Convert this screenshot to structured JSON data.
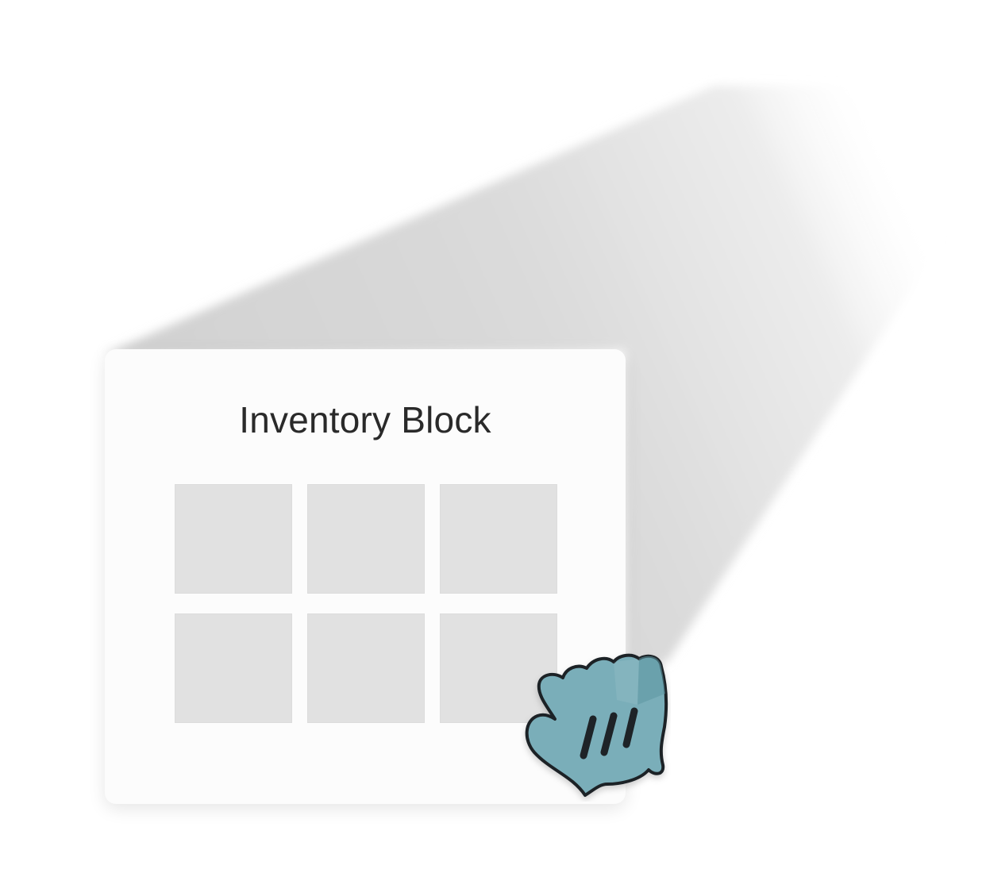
{
  "card": {
    "title": "Inventory Block",
    "slots": [
      {
        "id": "slot-1"
      },
      {
        "id": "slot-2"
      },
      {
        "id": "slot-3"
      },
      {
        "id": "slot-4"
      },
      {
        "id": "slot-5"
      },
      {
        "id": "slot-6"
      }
    ]
  },
  "icons": {
    "hand": "grab-hand-icon"
  },
  "colors": {
    "card_background": "#fcfcfc",
    "slot_fill": "#e1e1e1",
    "title_text": "#2a2a2a",
    "hand_fill": "#7aaeb9",
    "hand_outline": "#1e2327",
    "beam_shadow": "#d7d7d7"
  }
}
